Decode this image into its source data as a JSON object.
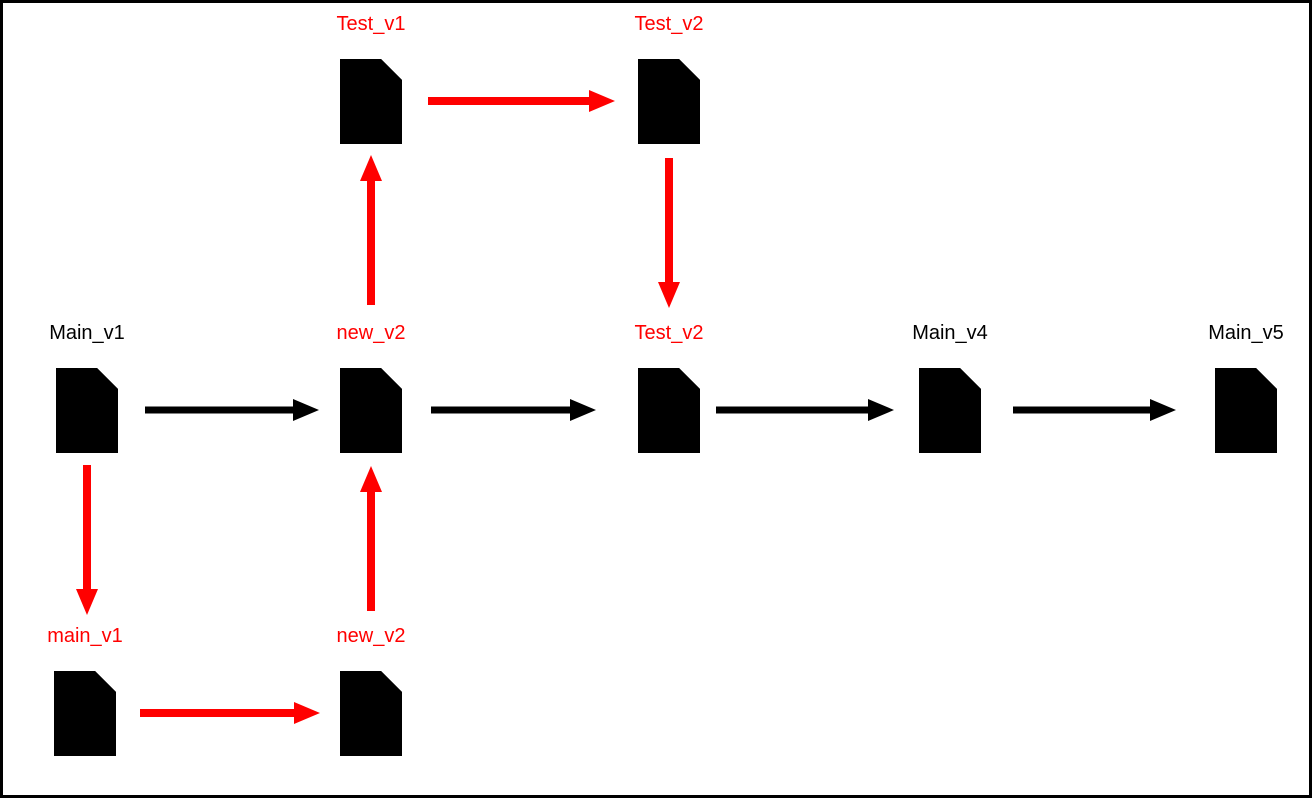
{
  "page": {
    "background_color": "#ffffff",
    "border_color": "#000000"
  },
  "colors": {
    "default": "#000000",
    "highlight": "#ff0000"
  },
  "nodes": {
    "test_v1_top": {
      "label": "Test_v1",
      "label_color": "#ff0000",
      "doc_color": "#ff0000"
    },
    "test_v2_top": {
      "label": "Test_v2",
      "label_color": "#ff0000",
      "doc_color": "#ff0000"
    },
    "main_v1_mid": {
      "label": "Main_v1",
      "label_color": "#000000",
      "doc_color": "#000000"
    },
    "new_v2_mid": {
      "label": "new_v2",
      "label_color": "#ff0000",
      "doc_color": "#000000"
    },
    "test_v2_mid": {
      "label": "Test_v2",
      "label_color": "#ff0000",
      "doc_color": "#000000"
    },
    "main_v4_mid": {
      "label": "Main_v4",
      "label_color": "#000000",
      "doc_color": "#000000"
    },
    "main_v5_mid": {
      "label": "Main_v5",
      "label_color": "#000000",
      "doc_color": "#000000"
    },
    "main_v1_bottom": {
      "label": "main_v1",
      "label_color": "#ff0000",
      "doc_color": "#ff0000"
    },
    "new_v2_bottom": {
      "label": "new_v2",
      "label_color": "#ff0000",
      "doc_color": "#ff0000"
    }
  },
  "edges": [
    {
      "from": "test_v1_top",
      "to": "test_v2_top",
      "color": "#ff0000",
      "direction": "right"
    },
    {
      "from": "new_v2_mid",
      "to": "test_v1_top",
      "color": "#ff0000",
      "direction": "up"
    },
    {
      "from": "test_v2_top",
      "to": "test_v2_mid",
      "color": "#ff0000",
      "direction": "down"
    },
    {
      "from": "main_v1_mid",
      "to": "new_v2_mid",
      "color": "#000000",
      "direction": "right"
    },
    {
      "from": "new_v2_mid",
      "to": "test_v2_mid",
      "color": "#000000",
      "direction": "right"
    },
    {
      "from": "test_v2_mid",
      "to": "main_v4_mid",
      "color": "#000000",
      "direction": "right"
    },
    {
      "from": "main_v4_mid",
      "to": "main_v5_mid",
      "color": "#000000",
      "direction": "right"
    },
    {
      "from": "main_v1_mid",
      "to": "main_v1_bottom",
      "color": "#ff0000",
      "direction": "down"
    },
    {
      "from": "main_v1_bottom",
      "to": "new_v2_bottom",
      "color": "#ff0000",
      "direction": "right"
    },
    {
      "from": "new_v2_bottom",
      "to": "new_v2_mid",
      "color": "#ff0000",
      "direction": "up"
    }
  ]
}
